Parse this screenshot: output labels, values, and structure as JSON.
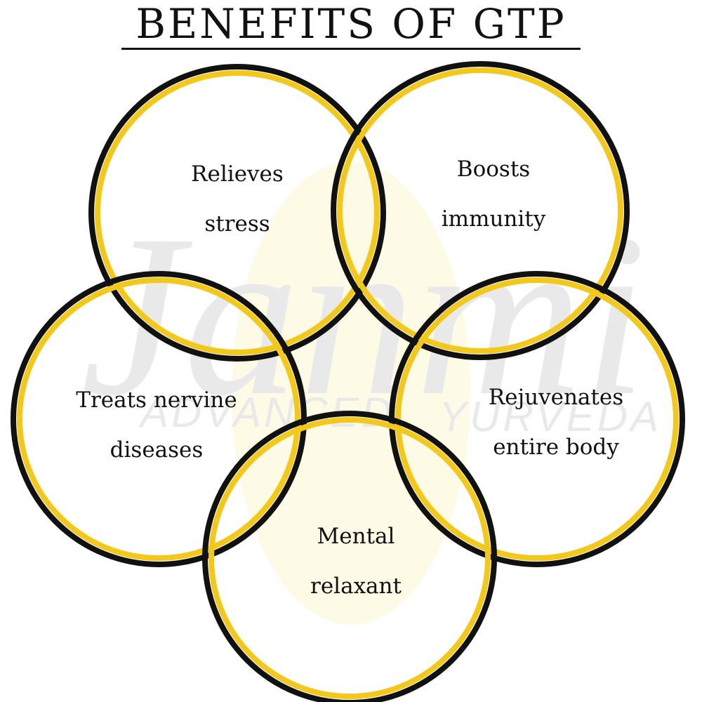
{
  "title": "BENEFITS OF GTP",
  "watermark": {
    "brand": "Janmi",
    "tagline_left": "ADVANCED",
    "tagline_right": "YURVEDA"
  },
  "colors": {
    "ring_outer": "#111111",
    "ring_inner": "#f2c81d",
    "watermark": "#e9e9e9",
    "watermark_accent": "#fbf3c8",
    "text": "#111111"
  },
  "benefits": [
    {
      "line1": "Relieves",
      "line2": "stress"
    },
    {
      "line1": "Boosts",
      "line2": "immunity"
    },
    {
      "line1": "Treats nervine",
      "line2": "diseases"
    },
    {
      "line1": "Rejuvenates",
      "line2": "entire body"
    },
    {
      "line1": "Mental",
      "line2": "relaxant"
    }
  ]
}
